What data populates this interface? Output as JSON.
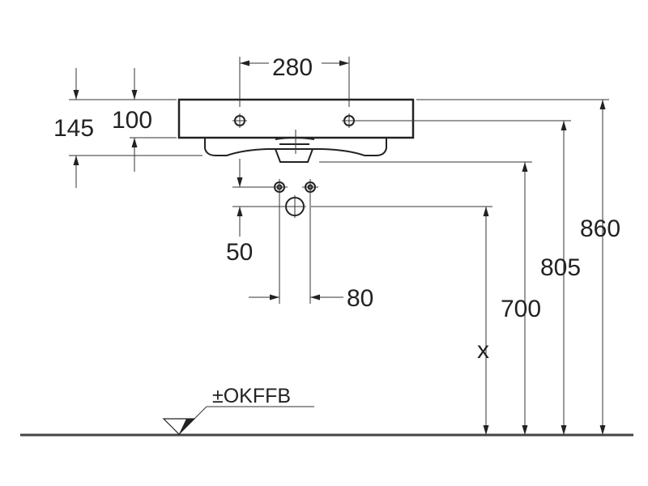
{
  "dimensions": {
    "tap_hole_spacing": "280",
    "basin_rim_thickness": "100",
    "rim_to_outlet_height": "145",
    "outlet_height": "50",
    "pipe_spacing": "80",
    "outlet_level": "700",
    "overflow_level": "805",
    "rim_level": "860",
    "variable_height": "x"
  },
  "floor_reference": {
    "label": "±OKFFB"
  }
}
